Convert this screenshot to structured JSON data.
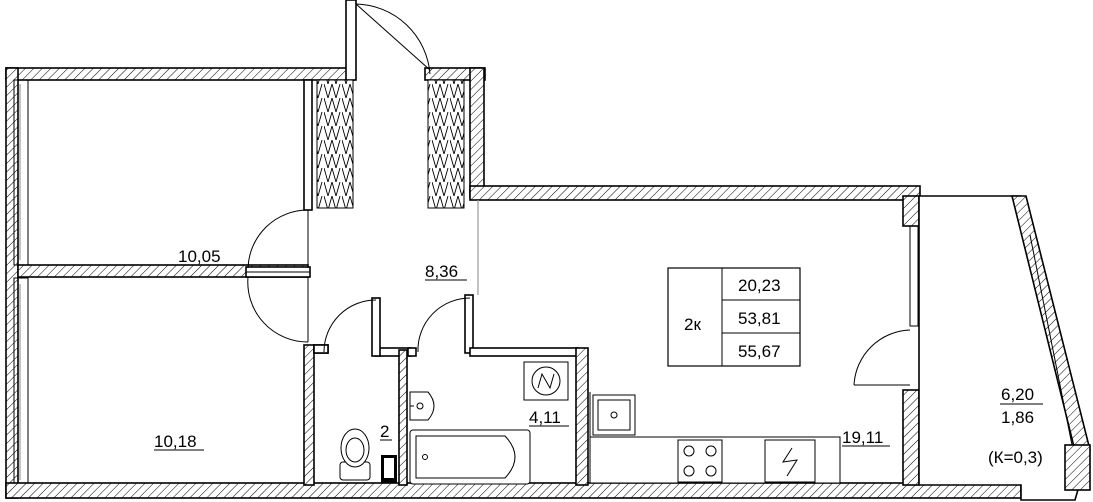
{
  "apartment": {
    "type_label": "2к",
    "living_area": "20,23",
    "total_area": "53,81",
    "total_with_balcony": "55,67"
  },
  "rooms": [
    {
      "id": "bedroom-1",
      "area": "10,05"
    },
    {
      "id": "bedroom-2",
      "area": "10,18"
    },
    {
      "id": "hallway",
      "area": "8,36"
    },
    {
      "id": "toilet",
      "area": "2"
    },
    {
      "id": "bathroom",
      "area": "4,11"
    },
    {
      "id": "living-kitchen",
      "area": "19,11"
    }
  ],
  "balcony": {
    "area": "6,20",
    "reduced_area": "1,86",
    "coefficient": "(К=0,3)"
  }
}
